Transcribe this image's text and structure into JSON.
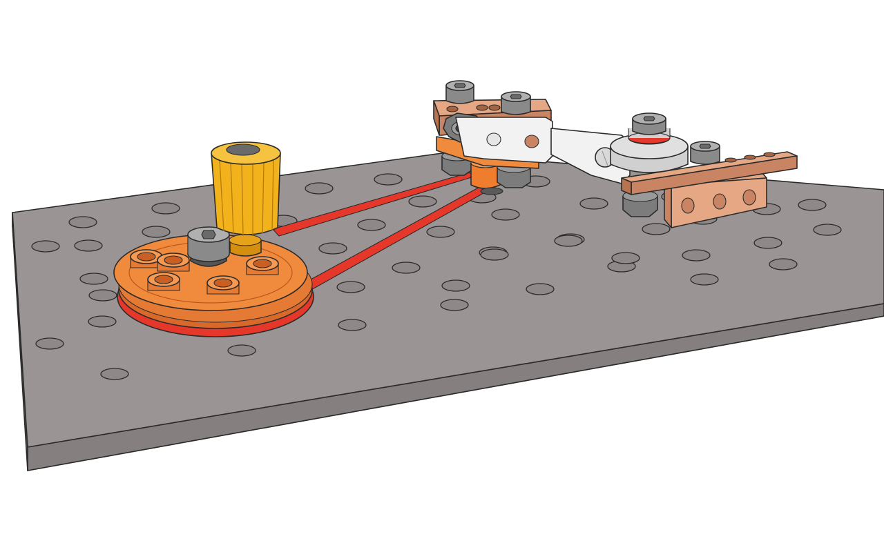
{
  "colors": {
    "background": "#ffffff",
    "base_plate_top": "#9a9494",
    "base_plate_edge": "#7c7676",
    "hole_fill": "#8e8888",
    "pulley_orange": "#f08a3c",
    "pulley_orange_dark": "#d9692a",
    "belt_red": "#e5372a",
    "handle_yellow": "#f2b21c",
    "handle_yellow_dark": "#d48f10",
    "copper_bracket": "#e6a784",
    "copper_bracket_dark": "#c98563",
    "metal_link": "#f2f2f2",
    "bolt_grey": "#8a8a8a",
    "bolt_grey_light": "#b0b0b0",
    "small_pulley_orange": "#f07d2e"
  },
  "components": [
    {
      "name": "base-plate",
      "icon": "perforated-plate-icon"
    },
    {
      "name": "drive-pulley",
      "icon": "pulley-wheel-icon"
    },
    {
      "name": "crank-handle",
      "icon": "screwdriver-handle-icon"
    },
    {
      "name": "drive-belt",
      "icon": "belt-loop-icon"
    },
    {
      "name": "driven-pulley",
      "icon": "small-pulley-icon"
    },
    {
      "name": "connecting-link",
      "icon": "flat-link-bar-icon"
    },
    {
      "name": "copper-bracket-left",
      "icon": "angle-bracket-icon"
    },
    {
      "name": "copper-bracket-right",
      "icon": "angle-bracket-icon"
    },
    {
      "name": "hex-nuts",
      "icon": "hex-nut-icon"
    },
    {
      "name": "torx-bolts",
      "icon": "torx-bolt-icon"
    }
  ]
}
